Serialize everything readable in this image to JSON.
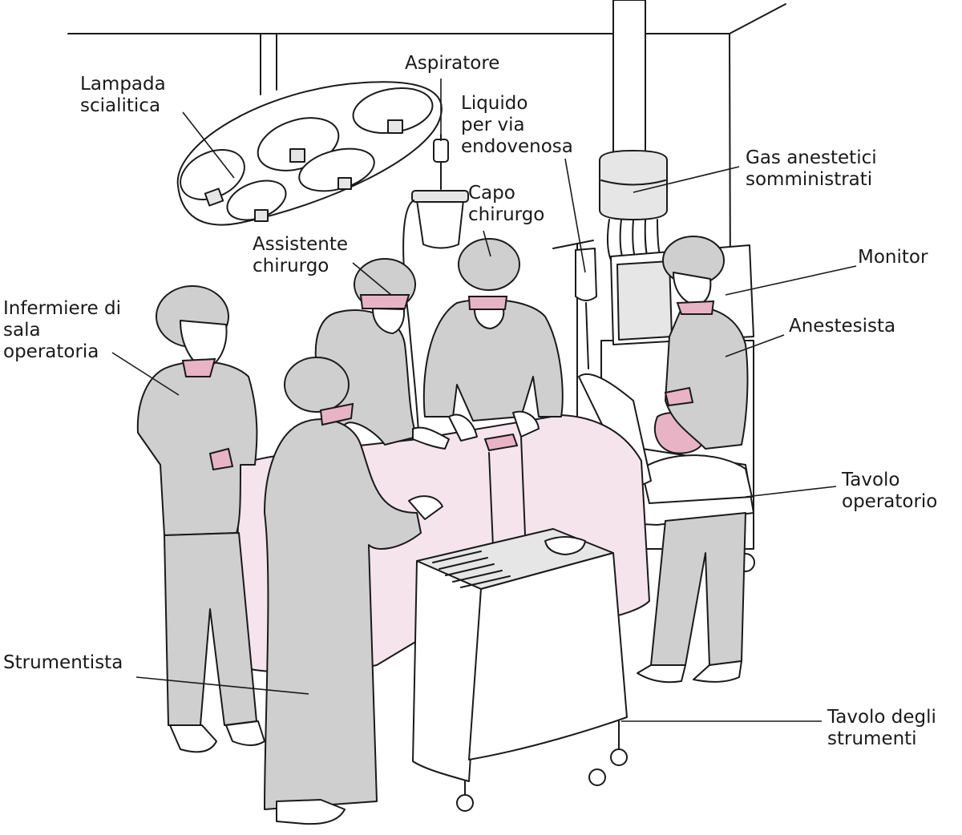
{
  "labels": {
    "lampada": [
      "Lampada",
      "scialitica"
    ],
    "aspiratore": [
      "Aspiratore"
    ],
    "liquido": [
      "Liquido",
      "per via",
      "endovenosa"
    ],
    "capo": [
      "Capo",
      "chirurgo"
    ],
    "gas": [
      "Gas anestetici",
      "somministrati"
    ],
    "assistente": [
      "Assistente",
      "chirurgo"
    ],
    "monitor": [
      "Monitor"
    ],
    "infermiere": [
      "Infermiere di",
      "sala",
      "operatoria"
    ],
    "anestesista": [
      "Anestesista"
    ],
    "tavolo_operatorio": [
      "Tavolo",
      "operatorio"
    ],
    "strumentista": [
      "Strumentista"
    ],
    "tavolo_strumenti": [
      "Tavolo degli",
      "strumenti"
    ]
  },
  "colors": {
    "scrubs": "#cfcfcf",
    "skin_accent": "#e9b3c6",
    "drape": "#f6e4ec",
    "ink": "#1a1a1a"
  }
}
